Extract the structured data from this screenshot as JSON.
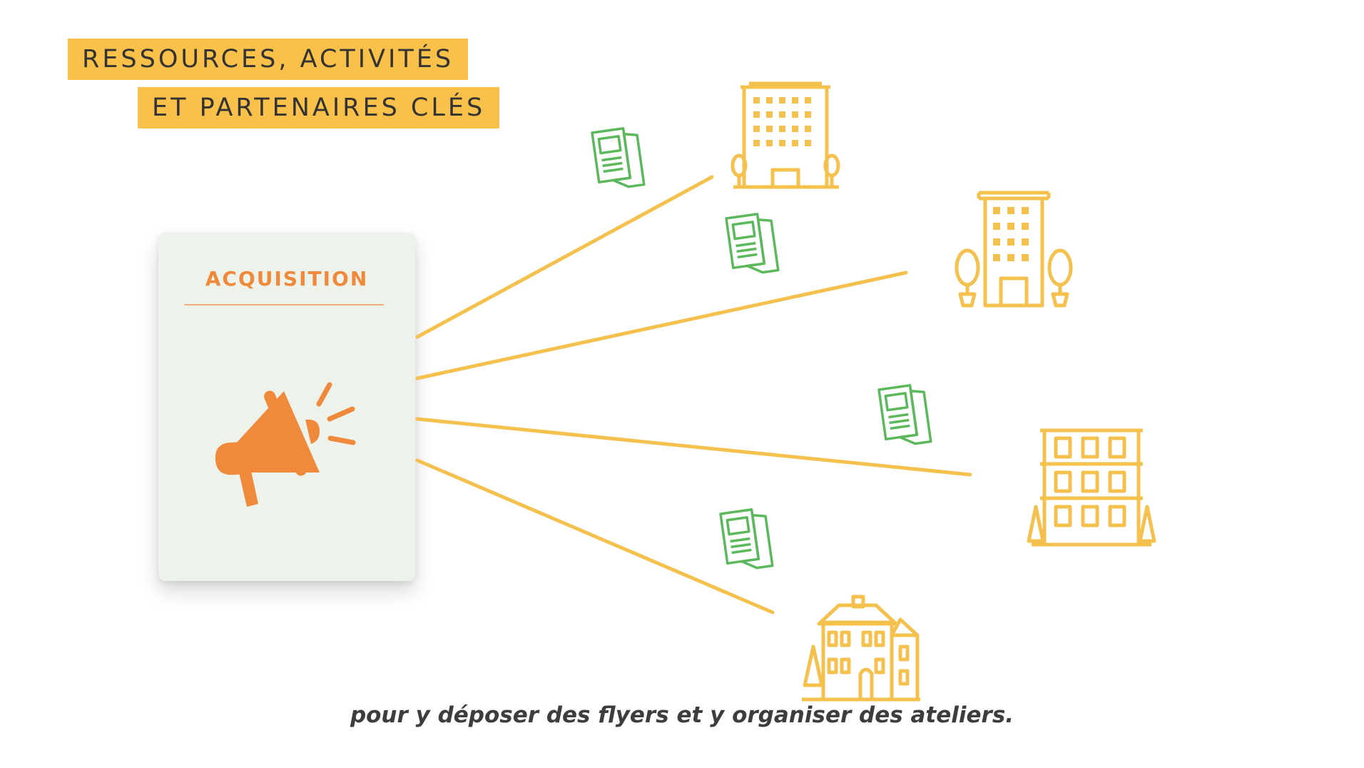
{
  "header": {
    "line1": "RESSOURCES, ACTIVITÉS",
    "line2": "ET PARTENAIRES CLÉS"
  },
  "card": {
    "title": "ACQUISITION",
    "icon": "megaphone-icon"
  },
  "partners": [
    {
      "icon": "office-tower-icon"
    },
    {
      "icon": "hotel-building-icon"
    },
    {
      "icon": "apartment-building-icon"
    },
    {
      "icon": "manor-house-icon"
    }
  ],
  "flyers": {
    "icon": "flyer-icon",
    "count": 4
  },
  "caption": "pour y déposer des flyers et y organiser des ateliers.",
  "colors": {
    "tag_bg": "#f9c04a",
    "accent_orange": "#ef8a3c",
    "building_yellow": "#f4c04e",
    "flyer_green": "#5cb85c",
    "card_bg": "#edf3eb"
  }
}
